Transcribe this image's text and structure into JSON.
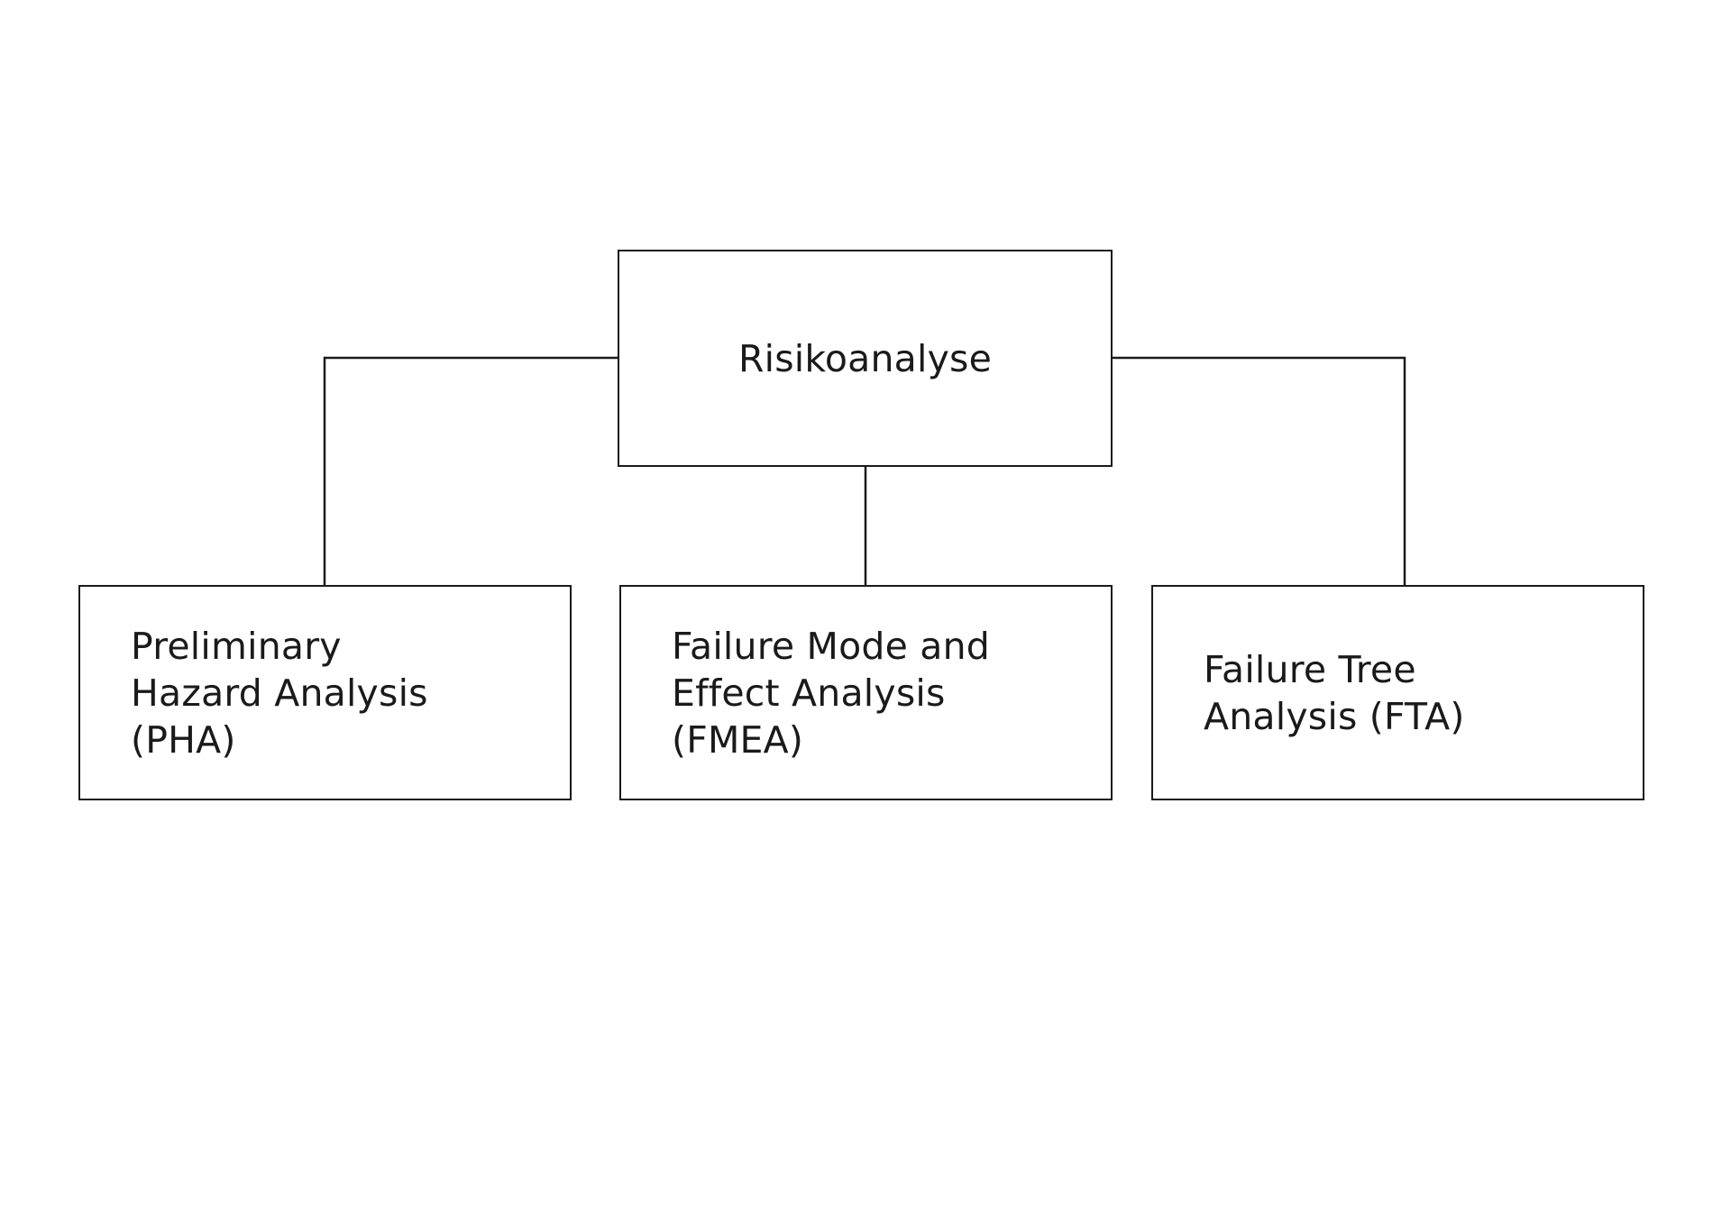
{
  "diagram": {
    "title": "Risikoanalyse",
    "type": "hierarchy-tree",
    "background_color": "#ffffff",
    "line_color": "#1a1a1a",
    "text_color": "#1a1a1a",
    "root": {
      "label": "Risikoanalyse"
    },
    "children": [
      {
        "id": "pha",
        "label": "Preliminary\nHazard Analysis\n(PHA)",
        "abbreviation": "PHA",
        "full_name": "Preliminary Hazard Analysis"
      },
      {
        "id": "fmea",
        "label": "Failure Mode and\nEffect Analysis\n(FMEA)",
        "abbreviation": "FMEA",
        "full_name": "Failure Mode and Effect Analysis"
      },
      {
        "id": "fta",
        "label": "Failure Tree\nAnalysis (FTA)",
        "abbreviation": "FTA",
        "full_name": "Failure Tree Analysis"
      }
    ]
  }
}
